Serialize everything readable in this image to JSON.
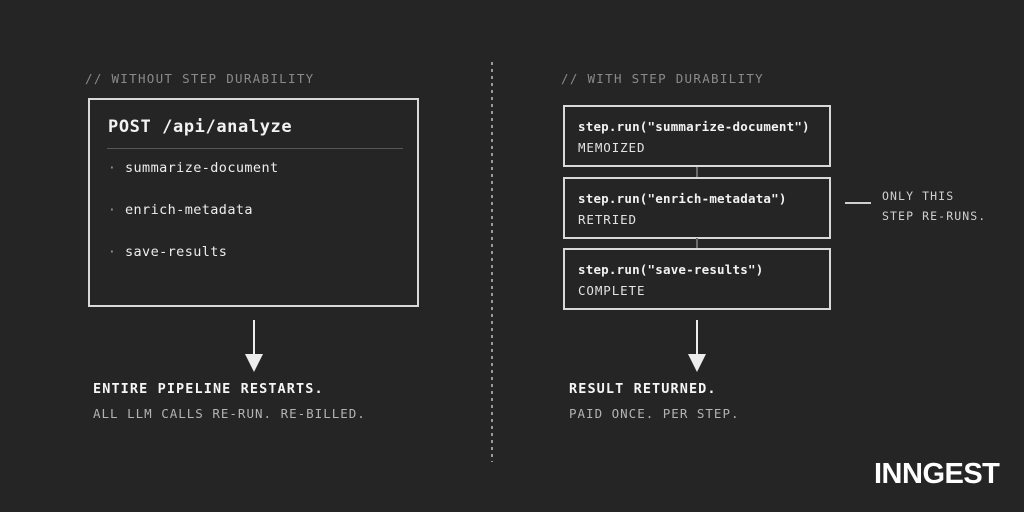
{
  "divider": {
    "name": "vertical-dotted-divider"
  },
  "left": {
    "header": "// WITHOUT STEP DURABILITY",
    "card": {
      "title": "POST /api/analyze",
      "bullet": "·",
      "items": [
        {
          "label": "summarize-document"
        },
        {
          "label": "enrich-metadata"
        },
        {
          "label": "save-results"
        }
      ]
    },
    "caption": {
      "primary": "ENTIRE PIPELINE RESTARTS.",
      "secondary": "ALL LLM CALLS RE-RUN. RE-BILLED."
    }
  },
  "right": {
    "header": "// WITH STEP DURABILITY",
    "steps": [
      {
        "call": "step.run(\"summarize-document\")",
        "status": "MEMOIZED"
      },
      {
        "call": "step.run(\"enrich-metadata\")",
        "status": "RETRIED"
      },
      {
        "call": "step.run(\"save-results\")",
        "status": "COMPLETE"
      }
    ],
    "callout": {
      "line1": "ONLY THIS",
      "line2": "STEP RE-RUNS."
    },
    "caption": {
      "primary": "RESULT RETURNED.",
      "secondary": "PAID ONCE. PER STEP."
    }
  },
  "logo": "INNGEST",
  "colors": {
    "background": "#252525",
    "border": "#d9d9d9",
    "text_primary": "#f2f2f2",
    "text_secondary": "#b3b3b3",
    "text_muted": "#8a8a8a",
    "arrow": "#ededed"
  }
}
